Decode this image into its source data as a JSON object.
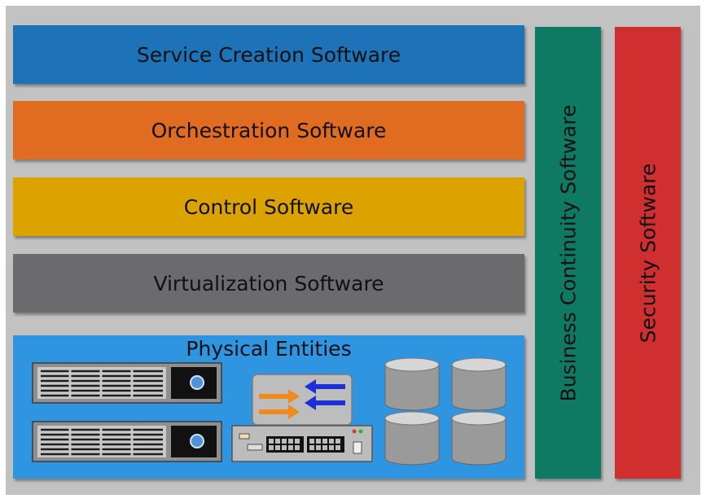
{
  "layers": {
    "service_creation": {
      "label": "Service Creation Software",
      "color": "#1d72b8"
    },
    "orchestration": {
      "label": "Orchestration Software",
      "color": "#e06c22"
    },
    "control": {
      "label": "Control Software",
      "color": "#dca200"
    },
    "virtualization": {
      "label": "Virtualization Software",
      "color": "#6b6b6e"
    },
    "physical": {
      "label": "Physical Entities",
      "color": "#2f95e0"
    }
  },
  "side_layers": {
    "business_continuity": {
      "label": "Business Continuity Software",
      "color": "#0e7a64"
    },
    "security": {
      "label": "Security Software",
      "color": "#cf2f2f"
    }
  },
  "icons": [
    "server-icon",
    "server-icon",
    "switch-icon",
    "network-device-icon",
    "database-icon",
    "database-icon",
    "database-icon",
    "database-icon"
  ]
}
